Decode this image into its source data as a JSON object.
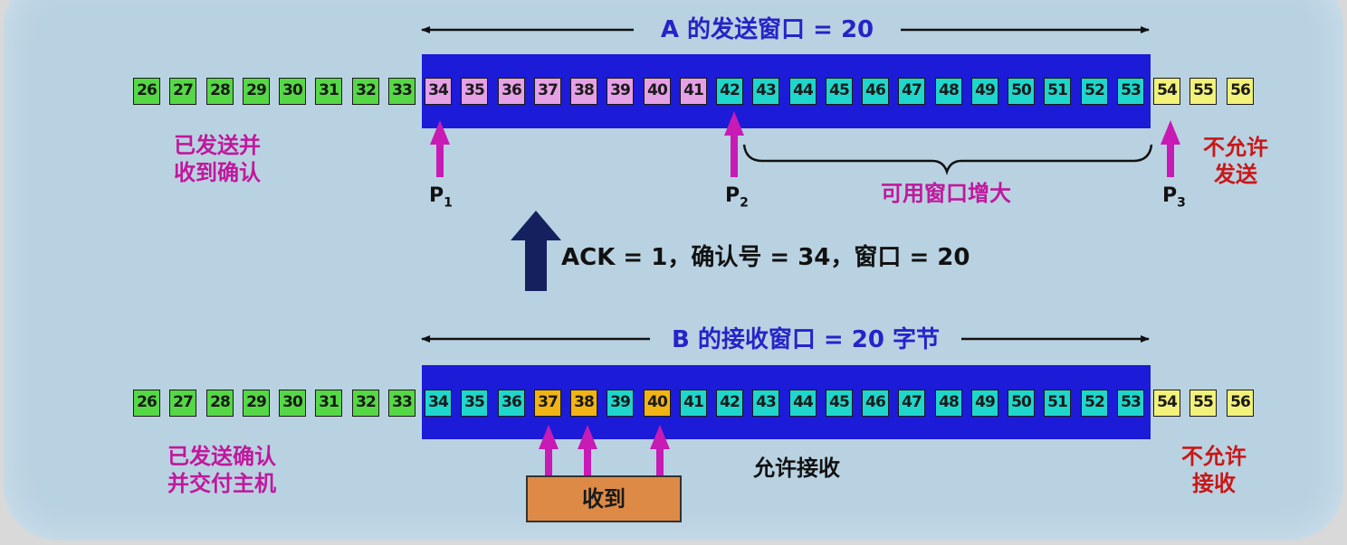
{
  "top": {
    "title": "A 的发送窗口 = 20",
    "rows": [
      {
        "n": "26",
        "s": "green"
      },
      {
        "n": "27",
        "s": "green"
      },
      {
        "n": "28",
        "s": "green"
      },
      {
        "n": "29",
        "s": "green"
      },
      {
        "n": "30",
        "s": "green"
      },
      {
        "n": "31",
        "s": "green"
      },
      {
        "n": "32",
        "s": "green"
      },
      {
        "n": "33",
        "s": "green"
      },
      {
        "n": "34",
        "s": "pink"
      },
      {
        "n": "35",
        "s": "pink"
      },
      {
        "n": "36",
        "s": "pink"
      },
      {
        "n": "37",
        "s": "pink"
      },
      {
        "n": "38",
        "s": "pink"
      },
      {
        "n": "39",
        "s": "pink"
      },
      {
        "n": "40",
        "s": "pink"
      },
      {
        "n": "41",
        "s": "pink"
      },
      {
        "n": "42",
        "s": "cyan"
      },
      {
        "n": "43",
        "s": "cyan"
      },
      {
        "n": "44",
        "s": "cyan"
      },
      {
        "n": "45",
        "s": "cyan"
      },
      {
        "n": "46",
        "s": "cyan"
      },
      {
        "n": "47",
        "s": "cyan"
      },
      {
        "n": "48",
        "s": "cyan"
      },
      {
        "n": "49",
        "s": "cyan"
      },
      {
        "n": "50",
        "s": "cyan"
      },
      {
        "n": "51",
        "s": "cyan"
      },
      {
        "n": "52",
        "s": "cyan"
      },
      {
        "n": "53",
        "s": "cyan"
      },
      {
        "n": "54",
        "s": "yellow"
      },
      {
        "n": "55",
        "s": "yellow"
      },
      {
        "n": "56",
        "s": "yellow"
      }
    ],
    "left_label_line1": "已发送并",
    "left_label_line2": "收到确认",
    "right_label_line1": "不允许",
    "right_label_line2": "发送",
    "usable_label": "可用窗口增大",
    "p1": "P",
    "p1_sub": "1",
    "p2": "P",
    "p2_sub": "2",
    "p3": "P",
    "p3_sub": "3"
  },
  "ack_text": "ACK = 1，确认号 = 34，窗口 = 20",
  "bottom": {
    "title": "B 的接收窗口 = 20 字节",
    "rows": [
      {
        "n": "26",
        "s": "green"
      },
      {
        "n": "27",
        "s": "green"
      },
      {
        "n": "28",
        "s": "green"
      },
      {
        "n": "29",
        "s": "green"
      },
      {
        "n": "30",
        "s": "green"
      },
      {
        "n": "31",
        "s": "green"
      },
      {
        "n": "32",
        "s": "green"
      },
      {
        "n": "33",
        "s": "green"
      },
      {
        "n": "34",
        "s": "cyan"
      },
      {
        "n": "35",
        "s": "cyan"
      },
      {
        "n": "36",
        "s": "cyan"
      },
      {
        "n": "37",
        "s": "orange"
      },
      {
        "n": "38",
        "s": "orange"
      },
      {
        "n": "39",
        "s": "cyan"
      },
      {
        "n": "40",
        "s": "orange"
      },
      {
        "n": "41",
        "s": "cyan"
      },
      {
        "n": "42",
        "s": "cyan"
      },
      {
        "n": "43",
        "s": "cyan"
      },
      {
        "n": "44",
        "s": "cyan"
      },
      {
        "n": "45",
        "s": "cyan"
      },
      {
        "n": "46",
        "s": "cyan"
      },
      {
        "n": "47",
        "s": "cyan"
      },
      {
        "n": "48",
        "s": "cyan"
      },
      {
        "n": "49",
        "s": "cyan"
      },
      {
        "n": "50",
        "s": "cyan"
      },
      {
        "n": "51",
        "s": "cyan"
      },
      {
        "n": "52",
        "s": "cyan"
      },
      {
        "n": "53",
        "s": "cyan"
      },
      {
        "n": "54",
        "s": "yellow"
      },
      {
        "n": "55",
        "s": "yellow"
      },
      {
        "n": "56",
        "s": "yellow"
      }
    ],
    "left_label_line1": "已发送确认",
    "left_label_line2": "并交付主机",
    "right_label_line1": "不允许",
    "right_label_line2": "接收",
    "allowed_label": "允许接收",
    "received_label": "收到"
  },
  "colors": {
    "window_bar": "#1b1bd8",
    "acked": "#56d846",
    "sent_unacked": "#e6a0e6",
    "usable": "#1fd6cc",
    "received": "#f2b414",
    "not_allowed": "#f2f27a",
    "magenta_text": "#c0189c",
    "red_text": "#c81818",
    "title_blue": "#2424c8"
  }
}
